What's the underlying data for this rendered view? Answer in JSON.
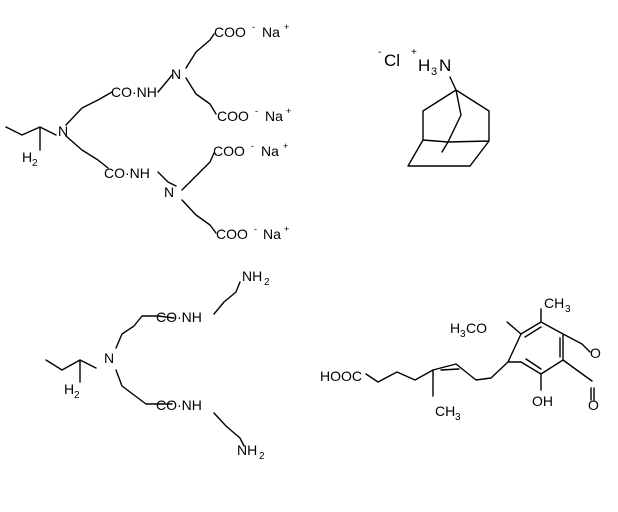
{
  "molecules": {
    "pamam_salt": {
      "groups": {
        "coo_1": "COO",
        "coo_2": "COO",
        "coo_3": "COO",
        "coo_4": "COO",
        "charge_minus": "-",
        "na": "Na",
        "charge_plus": "+",
        "co_nh_1": "CO·NH",
        "co_nh_2": "CO·NH",
        "n_1": "N",
        "n_2": "N",
        "n_core": "N",
        "h2": "H",
        "h2_sub": "2"
      }
    },
    "amantadine_hcl": {
      "cl_minus": "-",
      "cl": "Cl",
      "plus": "+",
      "h3n_h": "H",
      "h3n_sub": "3",
      "h3n_n": "N"
    },
    "pamam_amine": {
      "nh2_top": "NH",
      "nh2_bottom": "NH",
      "nh2_sub": "2",
      "co_nh_1": "CO·NH",
      "co_nh_2": "CO·NH",
      "n_core": "N",
      "h2": "H",
      "h2_sub": "2"
    },
    "mycophenolic_acid": {
      "hooc": "HOOC",
      "ch3_top_c": "CH",
      "ch3_sub": "3",
      "h3co_h": "H",
      "h3co_sub": "3",
      "h3co_co": "CO",
      "ch3_chain_c": "CH",
      "oh_o": "OH",
      "ring_o": "O",
      "carbonyl_o": "O"
    }
  }
}
